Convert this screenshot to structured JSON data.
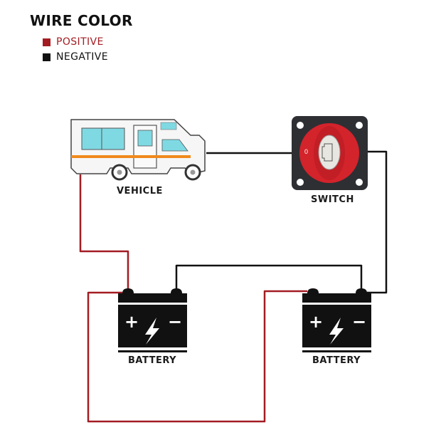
{
  "legend": {
    "title": "WIRE COLOR",
    "items": [
      {
        "label": "POSITIVE",
        "color": "#a31c22"
      },
      {
        "label": "NEGATIVE",
        "color": "#111111"
      }
    ]
  },
  "components": {
    "vehicle": {
      "label": "VEHICLE"
    },
    "switch": {
      "label": "SWITCH",
      "dial_mark": "0"
    },
    "battery_left": {
      "label": "BATTERY",
      "plus": "+",
      "minus": "−"
    },
    "battery_right": {
      "label": "BATTERY",
      "plus": "+",
      "minus": "−"
    }
  },
  "colors": {
    "positive_wire": "#a31c22",
    "negative_wire": "#111111",
    "switch_red": "#d3232b",
    "switch_plate": "#2e2f33",
    "rv_window": "#7fd9e3",
    "rv_stripe": "#f08a1c"
  }
}
